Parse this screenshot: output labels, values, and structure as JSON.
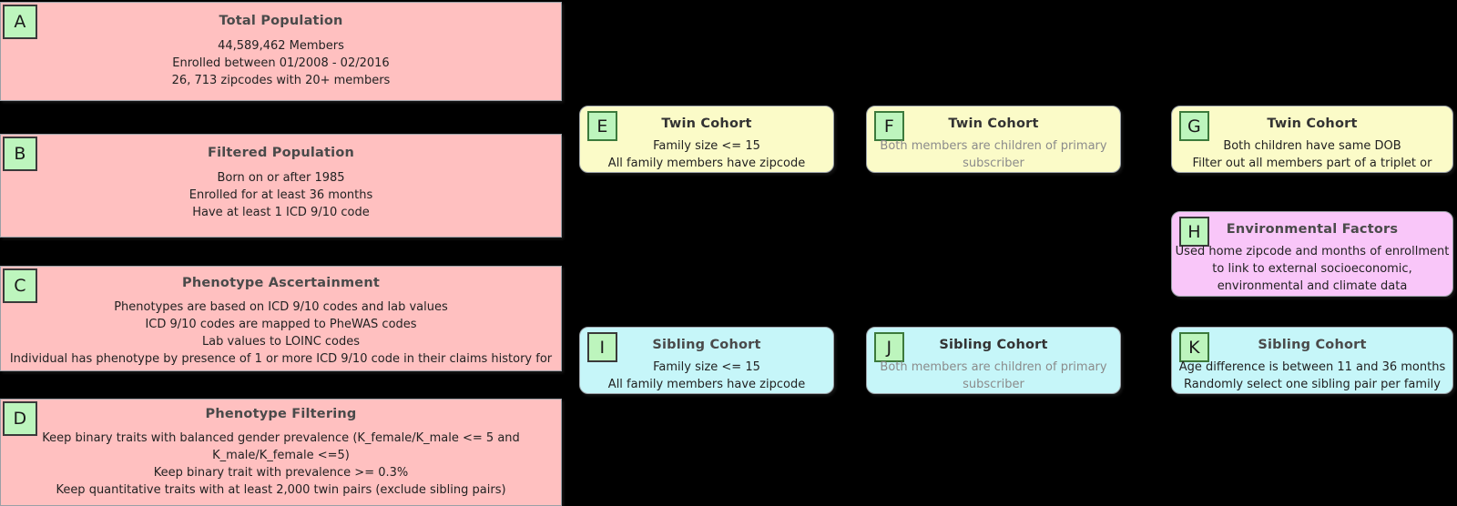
{
  "figure": {
    "background_color": "#000000",
    "badge_color": "#bdf5bd",
    "colors": {
      "population_panel": "#ffc0c0",
      "twin_cohort_panel": "#fbfbc8",
      "sibling_cohort_panel": "#c6f6f9",
      "environmental_panel": "#f9c6f9"
    }
  },
  "panels": [
    {
      "id": "A",
      "badge": "A",
      "title": "Total Population",
      "body": "44,589,462 Members\nEnrolled between 01/2008 - 02/2016\n26, 713 zipcodes with 20+ members"
    },
    {
      "id": "B",
      "badge": "B",
      "title": "Filtered Population",
      "body": "Born on or after 1985\nEnrolled for at least 36 months\nHave at least 1 ICD 9/10 code"
    },
    {
      "id": "C",
      "badge": "C",
      "title": "Phenotype Ascertainment",
      "body": "Phenotypes are based on ICD 9/10 codes and lab values\nICD 9/10 codes are mapped to PheWAS codes\nLab values to LOINC codes\nIndividual has phenotype by presence of 1 or more ICD 9/10 code in their claims history for that PheWAS code"
    },
    {
      "id": "D",
      "badge": "D",
      "title": "Phenotype Filtering",
      "body": "Keep binary traits with balanced gender prevalence (K_female/K_male <= 5 and K_male/K_female <=5)\nKeep binary trait with prevalence >= 0.3%\nKeep quantitative traits with at least 2,000 twin pairs (exclude sibling pairs)"
    },
    {
      "id": "E",
      "badge": "E",
      "title": "Twin Cohort",
      "body": "Family size <= 15\nAll family members have zipcode information"
    },
    {
      "id": "F",
      "badge": "F",
      "title": "Twin Cohort",
      "body": "Both members are children of primary subscriber\nAll family members have same zipcode"
    },
    {
      "id": "G",
      "badge": "G",
      "title": "Twin Cohort",
      "body": "Both children have same DOB\nFilter out all members part of a triplet or greater"
    },
    {
      "id": "H",
      "badge": "H",
      "title": "Environmental Factors",
      "body": "Used home zipcode and months of enrollment to link to external socioeconomic, environmental and climate data"
    },
    {
      "id": "I",
      "badge": "I",
      "title": "Sibling Cohort",
      "body": "Family size <= 15\nAll family members have zipcode information"
    },
    {
      "id": "J",
      "badge": "J",
      "title": "Sibling Cohort",
      "body": "Both members are children of primary subscriber\nAll family members have same zipcode"
    },
    {
      "id": "K",
      "badge": "K",
      "title": "Sibling Cohort",
      "body": "Age difference is between 11 and 36 months\nRandomly select one sibling pair per family"
    }
  ]
}
